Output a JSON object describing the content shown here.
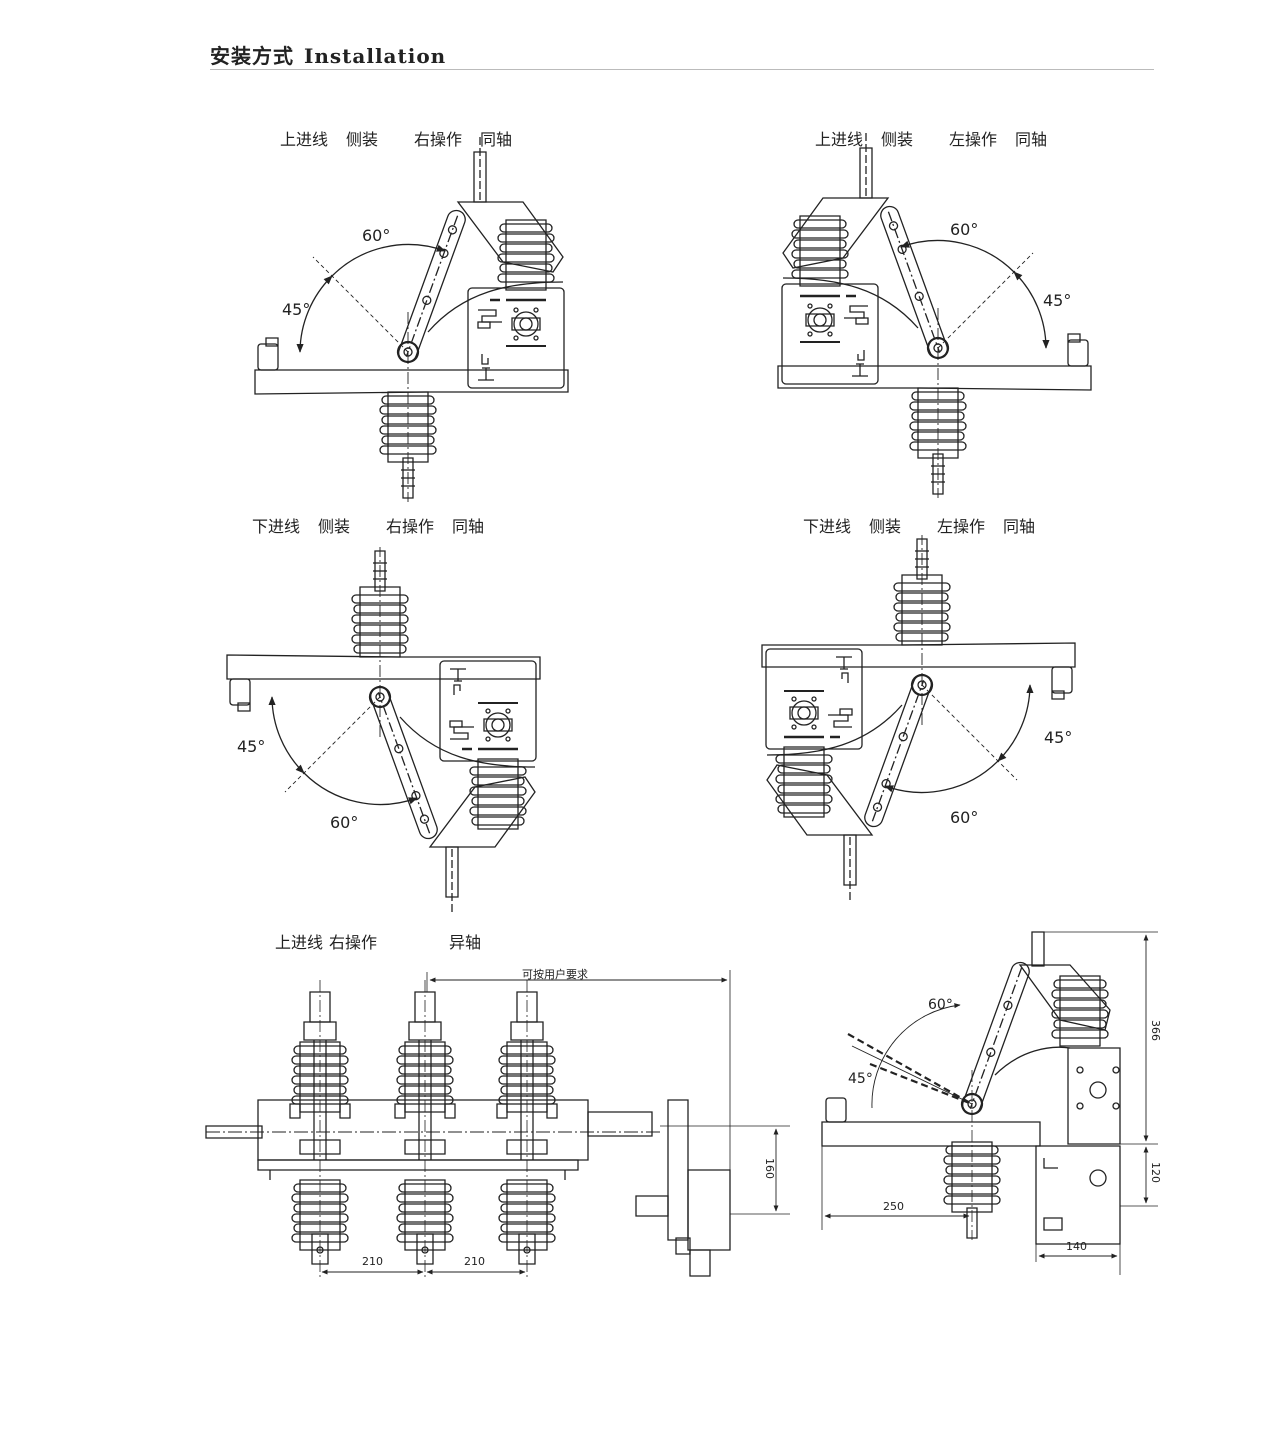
{
  "header": {
    "title_cn": "安装方式",
    "title_en": "Installation"
  },
  "diagrams": [
    {
      "caption": [
        "上进线",
        "侧装",
        "右操作",
        "同轴"
      ],
      "angle_a": "60°",
      "angle_b": "45°"
    },
    {
      "caption": [
        "上进线",
        "侧装",
        "左操作",
        "同轴"
      ],
      "angle_a": "60°",
      "angle_b": "45°"
    },
    {
      "caption": [
        "下进线",
        "侧装",
        "右操作",
        "同轴"
      ],
      "angle_a": "45°",
      "angle_b": "60°"
    },
    {
      "caption": [
        "下进线",
        "侧装",
        "左操作",
        "同轴"
      ],
      "angle_a": "45°",
      "angle_b": "60°"
    }
  ],
  "bottom": {
    "caption": [
      "上进线",
      "右操作",
      "异轴"
    ],
    "note": "可按用户要求",
    "dim_pitch_1": "210",
    "dim_pitch_2": "210",
    "dim_160": "160",
    "side_angle_a": "60°",
    "side_angle_b": "45°",
    "dim_250": "250",
    "dim_140": "140",
    "dim_366": "366",
    "dim_120": "120"
  }
}
